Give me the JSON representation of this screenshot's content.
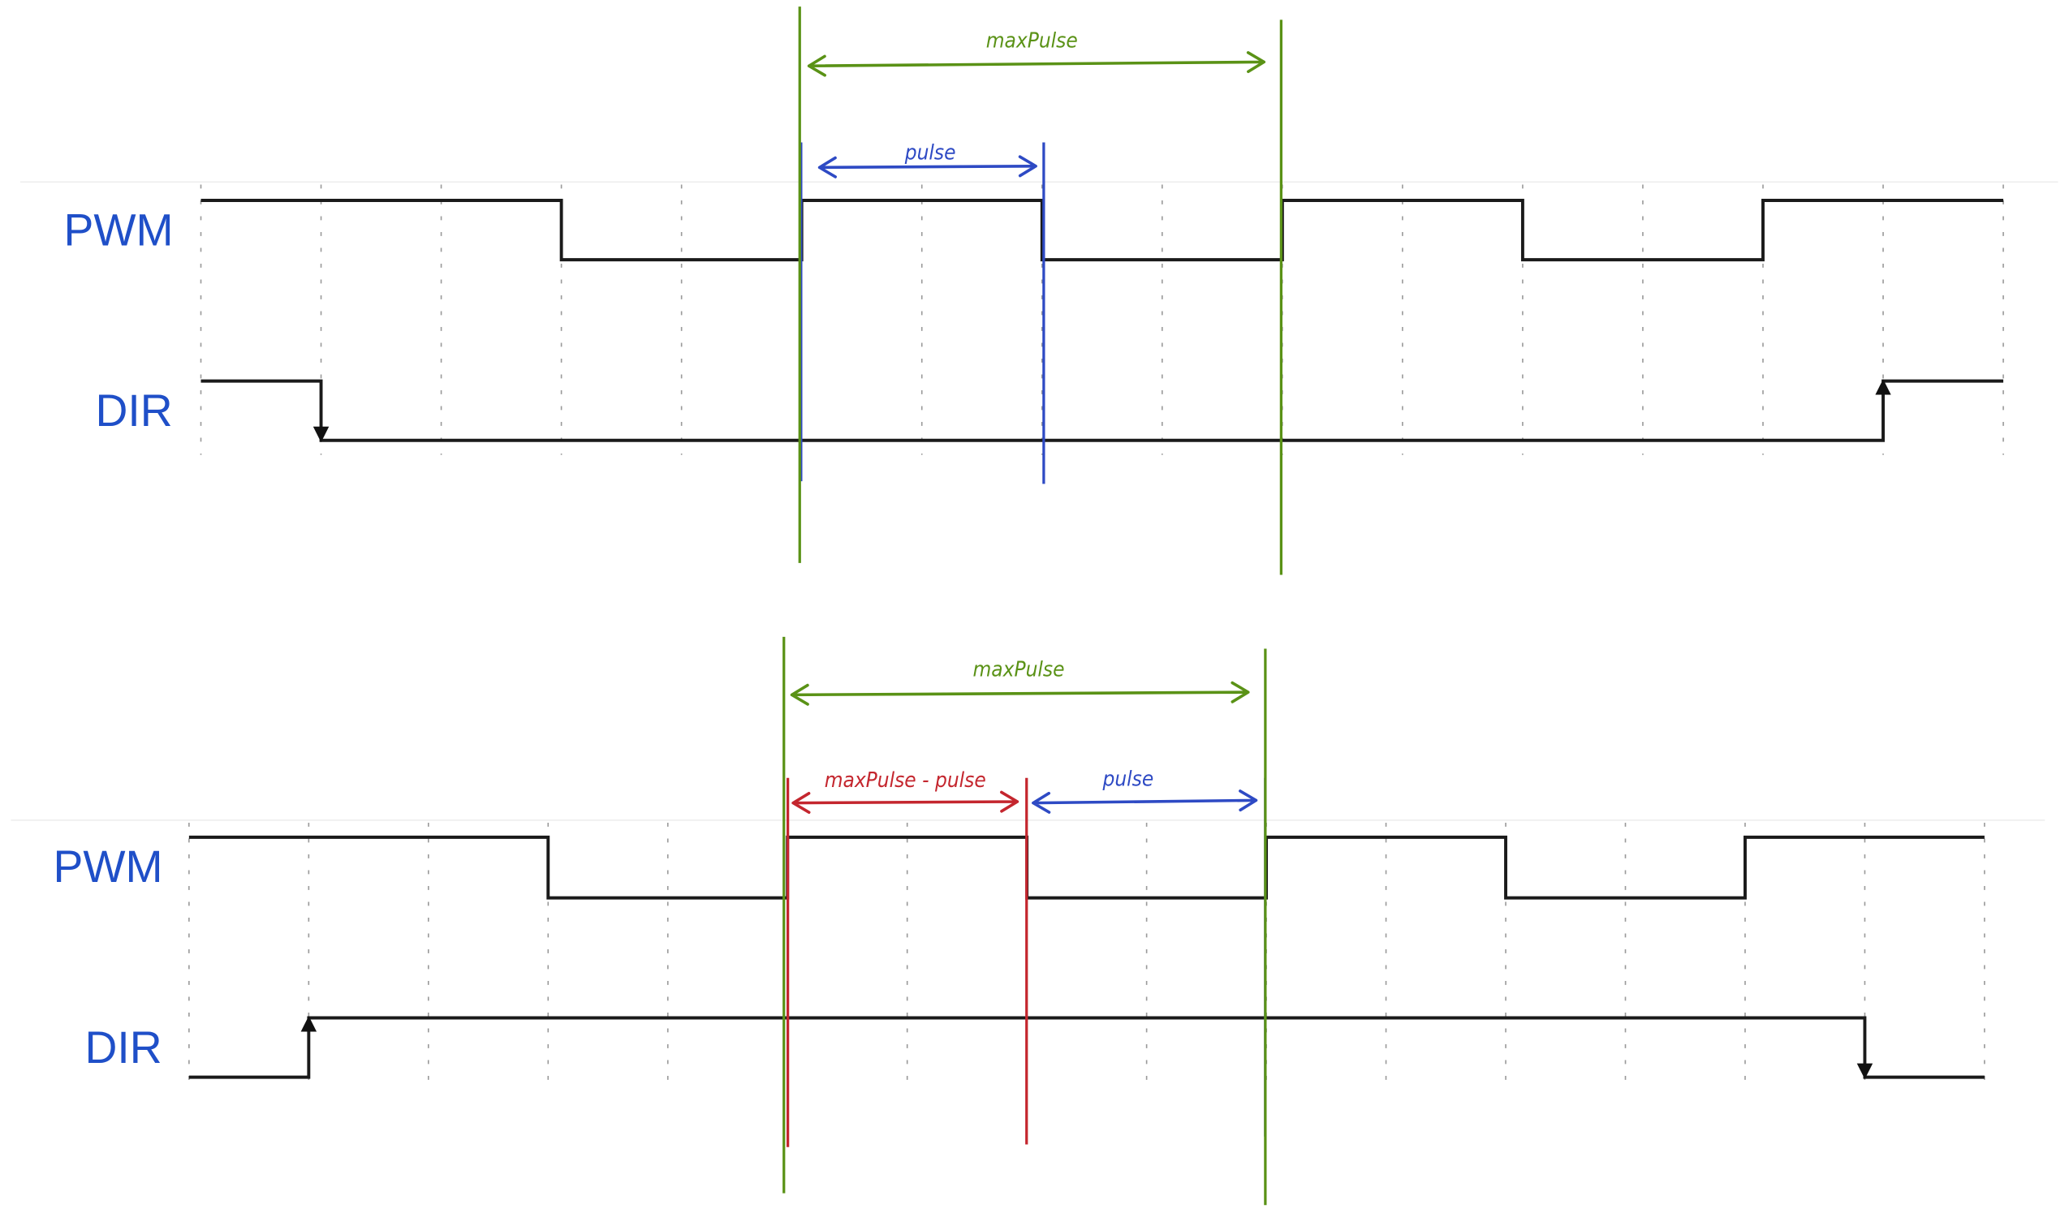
{
  "colors": {
    "signal": "#1a1a1a",
    "label": "#1f4fc8",
    "green": "#5a9216",
    "blue": "#2e4ac4",
    "red": "#c4262e",
    "grid": "#9a9a9a"
  },
  "panels": [
    {
      "signals": [
        {
          "name": "PWM",
          "levels": [
            1,
            1,
            1,
            0,
            0,
            1,
            1,
            0,
            0,
            1,
            1,
            0,
            0,
            1,
            1
          ]
        },
        {
          "name": "DIR",
          "levels": [
            1,
            0,
            0,
            0,
            0,
            0,
            0,
            0,
            0,
            0,
            0,
            0,
            0,
            0,
            1
          ]
        }
      ],
      "annotations": [
        {
          "text": "maxPulse",
          "color": "green"
        },
        {
          "text": "pulse",
          "color": "blue"
        }
      ]
    },
    {
      "signals": [
        {
          "name": "PWM",
          "levels": [
            1,
            1,
            1,
            0,
            0,
            1,
            1,
            0,
            0,
            1,
            1,
            0,
            0,
            1,
            1
          ]
        },
        {
          "name": "DIR",
          "levels": [
            0,
            1,
            1,
            1,
            1,
            1,
            1,
            1,
            1,
            1,
            1,
            1,
            1,
            1,
            0
          ]
        }
      ],
      "annotations": [
        {
          "text": "maxPulse",
          "color": "green"
        },
        {
          "text": "maxPulse - pulse",
          "color": "red"
        },
        {
          "text": "pulse",
          "color": "blue"
        }
      ]
    }
  ]
}
